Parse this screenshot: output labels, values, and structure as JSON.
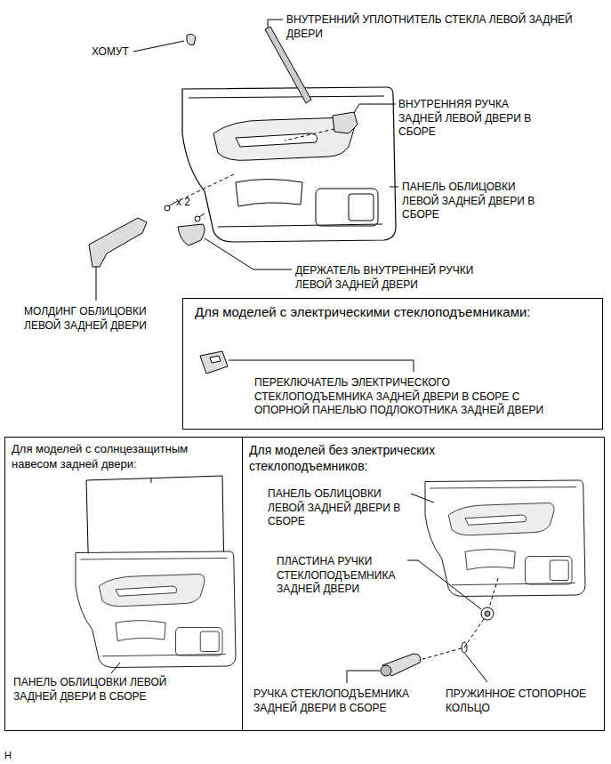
{
  "diagram": {
    "nodes": [
      {
        "text": [
          "Для моделей с электрическими стеклоподъемниками:",
          "ПЕРЕКЛЮЧАТЕЛЬ ЭЛЕКТРИЧЕСКОГО СТЕКЛОПОДЪЕМНИКА ЗАДНЕЙ ДВЕРИ В СБОРЕ С ОПОРНОЙ ПАНЕЛЬЮ ПОДЛОКОТНИКА ЗАДНЕЙ ДВЕРИ"
        ]
      },
      {
        "text": [
          "Для моделей с солнцезащитным навесом задней двери:",
          "ПАНЕЛЬ ОБЛИЦОВКИ ЛЕВОЙ ЗАДНЕЙ ДВЕРИ В СБОРЕ"
        ]
      },
      {
        "text": [
          "Для моделей без электрических стеклоподъемников:",
          "ПАНЕЛЬ ОБЛИЦОВКИ ЛЕВОЙ ЗАДНЕЙ ДВЕРИ В СБОРЕ",
          "ПЛАСТИНА РУЧКИ СТЕКЛОПОДЪЕМНИКА ЗАДНЕЙ ДВЕРИ",
          "РУЧКА СТЕКЛОПОДЪЕМНИКА ЗАДНЕЙ ДВЕРИ В СБОРЕ",
          "ПРУЖИННОЕ СТОПОРНОЕ КОЛЬЦО"
        ]
      }
    ],
    "labels": [
      "ХОМУТ",
      "ВНУТРЕННИЙ УПЛОТНИТЕЛЬ СТЕКЛА ЛЕВОЙ ЗАДНЕЙ ДВЕРИ",
      "ВНУТРЕННЯЯ РУЧКА ЗАДНЕЙ ЛЕВОЙ ДВЕРИ В СБОРЕ",
      "ПАНЕЛЬ ОБЛИЦОВКИ ЛЕВОЙ ЗАДНЕЙ ДВЕРИ В СБОРЕ",
      "x 2",
      "ДЕРЖАТЕЛЬ ВНУТРЕННЕЙ РУЧКИ ЛЕВОЙ ЗАДНЕЙ ДВЕРИ",
      "МОЛДИНГ ОБЛИЦОВКИ ЛЕВОЙ ЗАДНЕЙ ДВЕРИ",
      "H"
    ]
  }
}
